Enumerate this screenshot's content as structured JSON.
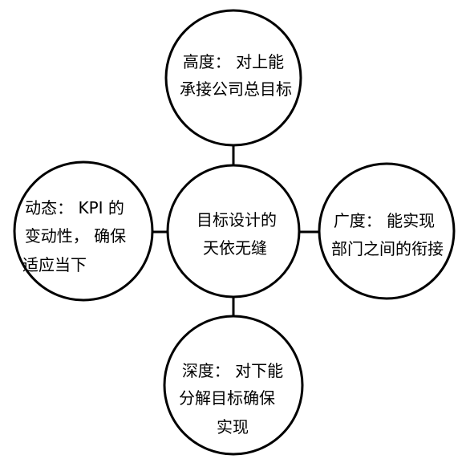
{
  "colors": {
    "stroke": "#000000",
    "fill": "#ffffff",
    "text": "#000000"
  },
  "center": {
    "lines": [
      "目标设计的",
      "天依无缝"
    ]
  },
  "top": {
    "lines": [
      "高度： 对上能",
      "承接公司总目标"
    ]
  },
  "left": {
    "lines": [
      "动态： KPI 的",
      "变动性， 确保",
      "适应当下"
    ]
  },
  "right": {
    "lines": [
      "广度： 能实现",
      "部门之间的衔接"
    ]
  },
  "bottom": {
    "lines": [
      "深度： 对下能",
      "分解目标确保",
      "实现"
    ]
  }
}
